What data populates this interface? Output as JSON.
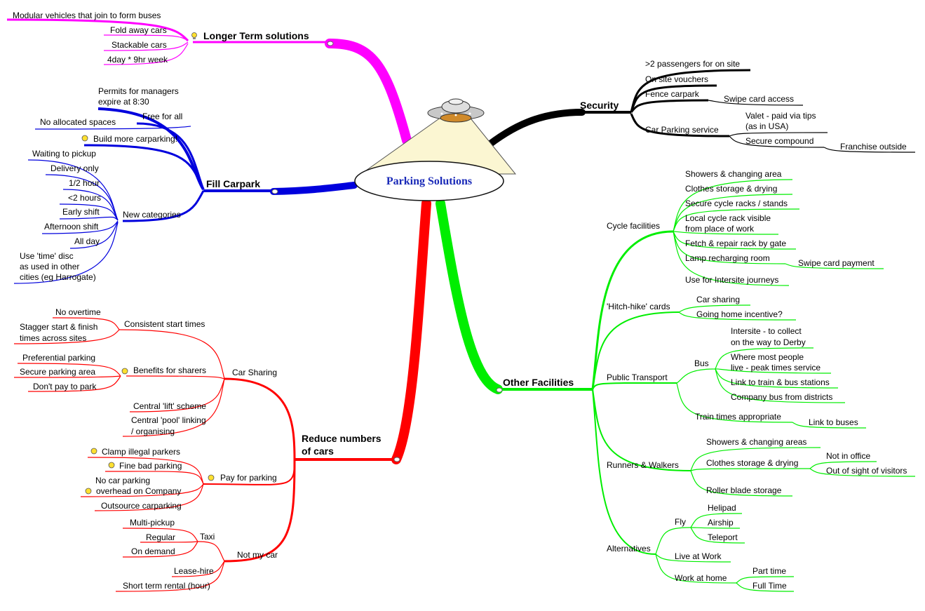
{
  "center": {
    "title": "Parking Solutions",
    "icon": "flying-saucer-icon"
  },
  "colors": {
    "longer_term": "#ff00ff",
    "fill_carpark": "#0000dd",
    "reduce_cars": "#ff0000",
    "other_facilities": "#00ee00",
    "security": "#000000",
    "idea_icon_fill": "#ffe030"
  },
  "branches": {
    "longer_term": {
      "label": "Longer Term solutions",
      "icon": "lightbulb-icon",
      "items": [
        "Modular vehicles that join to form buses",
        "Fold away cars",
        "Stackable cars",
        "4day * 9hr week"
      ]
    },
    "fill_carpark": {
      "label": "Fill Carpark",
      "permits": [
        "Permits for managers",
        "expire at 8:30"
      ],
      "free_for_all": "Free for all",
      "no_allocated": "No allocated spaces",
      "build_more": "Build more carparking!",
      "build_more_icon": "smiley-icon",
      "new_categories": {
        "label": "New categories",
        "items": [
          "Waiting to pickup",
          "Delivery only",
          "1/2 hour",
          "<2 hours",
          "Early shift",
          "Afternoon shift",
          "All day"
        ],
        "time_disc": [
          "Use 'time' disc",
          "as used in other",
          "cities (eg Harrogate)"
        ]
      }
    },
    "reduce_cars": {
      "label_lines": [
        "Reduce numbers",
        "of cars"
      ],
      "car_sharing": {
        "label": "Car Sharing",
        "consistent": {
          "label": "Consistent start times",
          "items": [
            "No overtime"
          ],
          "stagger": [
            "Stagger start & finish",
            "times across sites"
          ]
        },
        "benefits": {
          "label": "Benefits for sharers",
          "icon": "smiley-icon",
          "items": [
            "Preferential parking",
            "Secure parking area",
            "Don't pay to park"
          ]
        },
        "lift_scheme": "Central 'lift' scheme",
        "pool_linking": [
          "Central 'pool' linking",
          "/ organising"
        ]
      },
      "pay_for_parking": {
        "label": "Pay for parking",
        "icon": "sad-face-icon",
        "clamp": "Clamp illegal parkers",
        "fine": "Fine bad parking",
        "no_car": [
          "No car parking",
          "overhead on Company"
        ],
        "outsource": "Outsource carparking"
      },
      "not_my_car": {
        "label": "Not my car",
        "taxi": {
          "label": "Taxi",
          "items": [
            "Multi-pickup",
            "Regular",
            "On demand"
          ]
        },
        "lease": "Lease-hire",
        "short_term": "Short term rental (hour)"
      }
    },
    "security": {
      "label": "Security",
      "passengers": ">2 passengers for on site",
      "vouchers": "On site vouchers",
      "fence": "Fence carpark",
      "swipe": "Swipe card access",
      "car_parking_service": "Car Parking service",
      "valet": [
        "Valet - paid via tips",
        "(as in USA)"
      ],
      "secure_compound": "Secure compound",
      "franchise": "Franchise outside"
    },
    "other_facilities": {
      "label": "Other Facilities",
      "cycle": {
        "label": "Cycle facilities",
        "showers": "Showers & changing area",
        "clothes": "Clothes storage & drying",
        "secure_racks": "Secure cycle racks / stands",
        "local_rack": [
          "Local cycle rack visible",
          "from place of work"
        ],
        "fetch": "Fetch & repair rack by gate",
        "lamp": "Lamp recharging room",
        "swipe": "Swipe card payment",
        "intersite": "Use for Intersite journeys"
      },
      "hitch": {
        "label": "'Hitch-hike' cards",
        "items": [
          "Car sharing",
          "Going home incentive?"
        ]
      },
      "public_transport": {
        "label": "Public Transport",
        "bus": {
          "label": "Bus",
          "intersite": [
            "Intersite - to collect",
            "on the way to Derby"
          ],
          "where_most": [
            "Where most people",
            "live - peak times service"
          ],
          "link": "Link to train & bus stations",
          "company": "Company bus from districts"
        },
        "train": "Train times appropriate",
        "link_buses": "Link to buses"
      },
      "runners": {
        "label": "Runners & Walkers",
        "showers": "Showers & changing areas",
        "clothes": "Clothes storage & drying",
        "not_office": "Not in office",
        "out_of_sight": "Out of sight of visitors",
        "roller": "Roller blade storage"
      },
      "alternatives": {
        "label": "Alternatives",
        "fly": {
          "label": "Fly",
          "items": [
            "Helipad",
            "Airship",
            "Teleport"
          ]
        },
        "live_at_work": "Live at Work",
        "work_at_home": {
          "label": "Work at home",
          "items": [
            "Part time",
            "Full Time"
          ]
        }
      }
    }
  }
}
